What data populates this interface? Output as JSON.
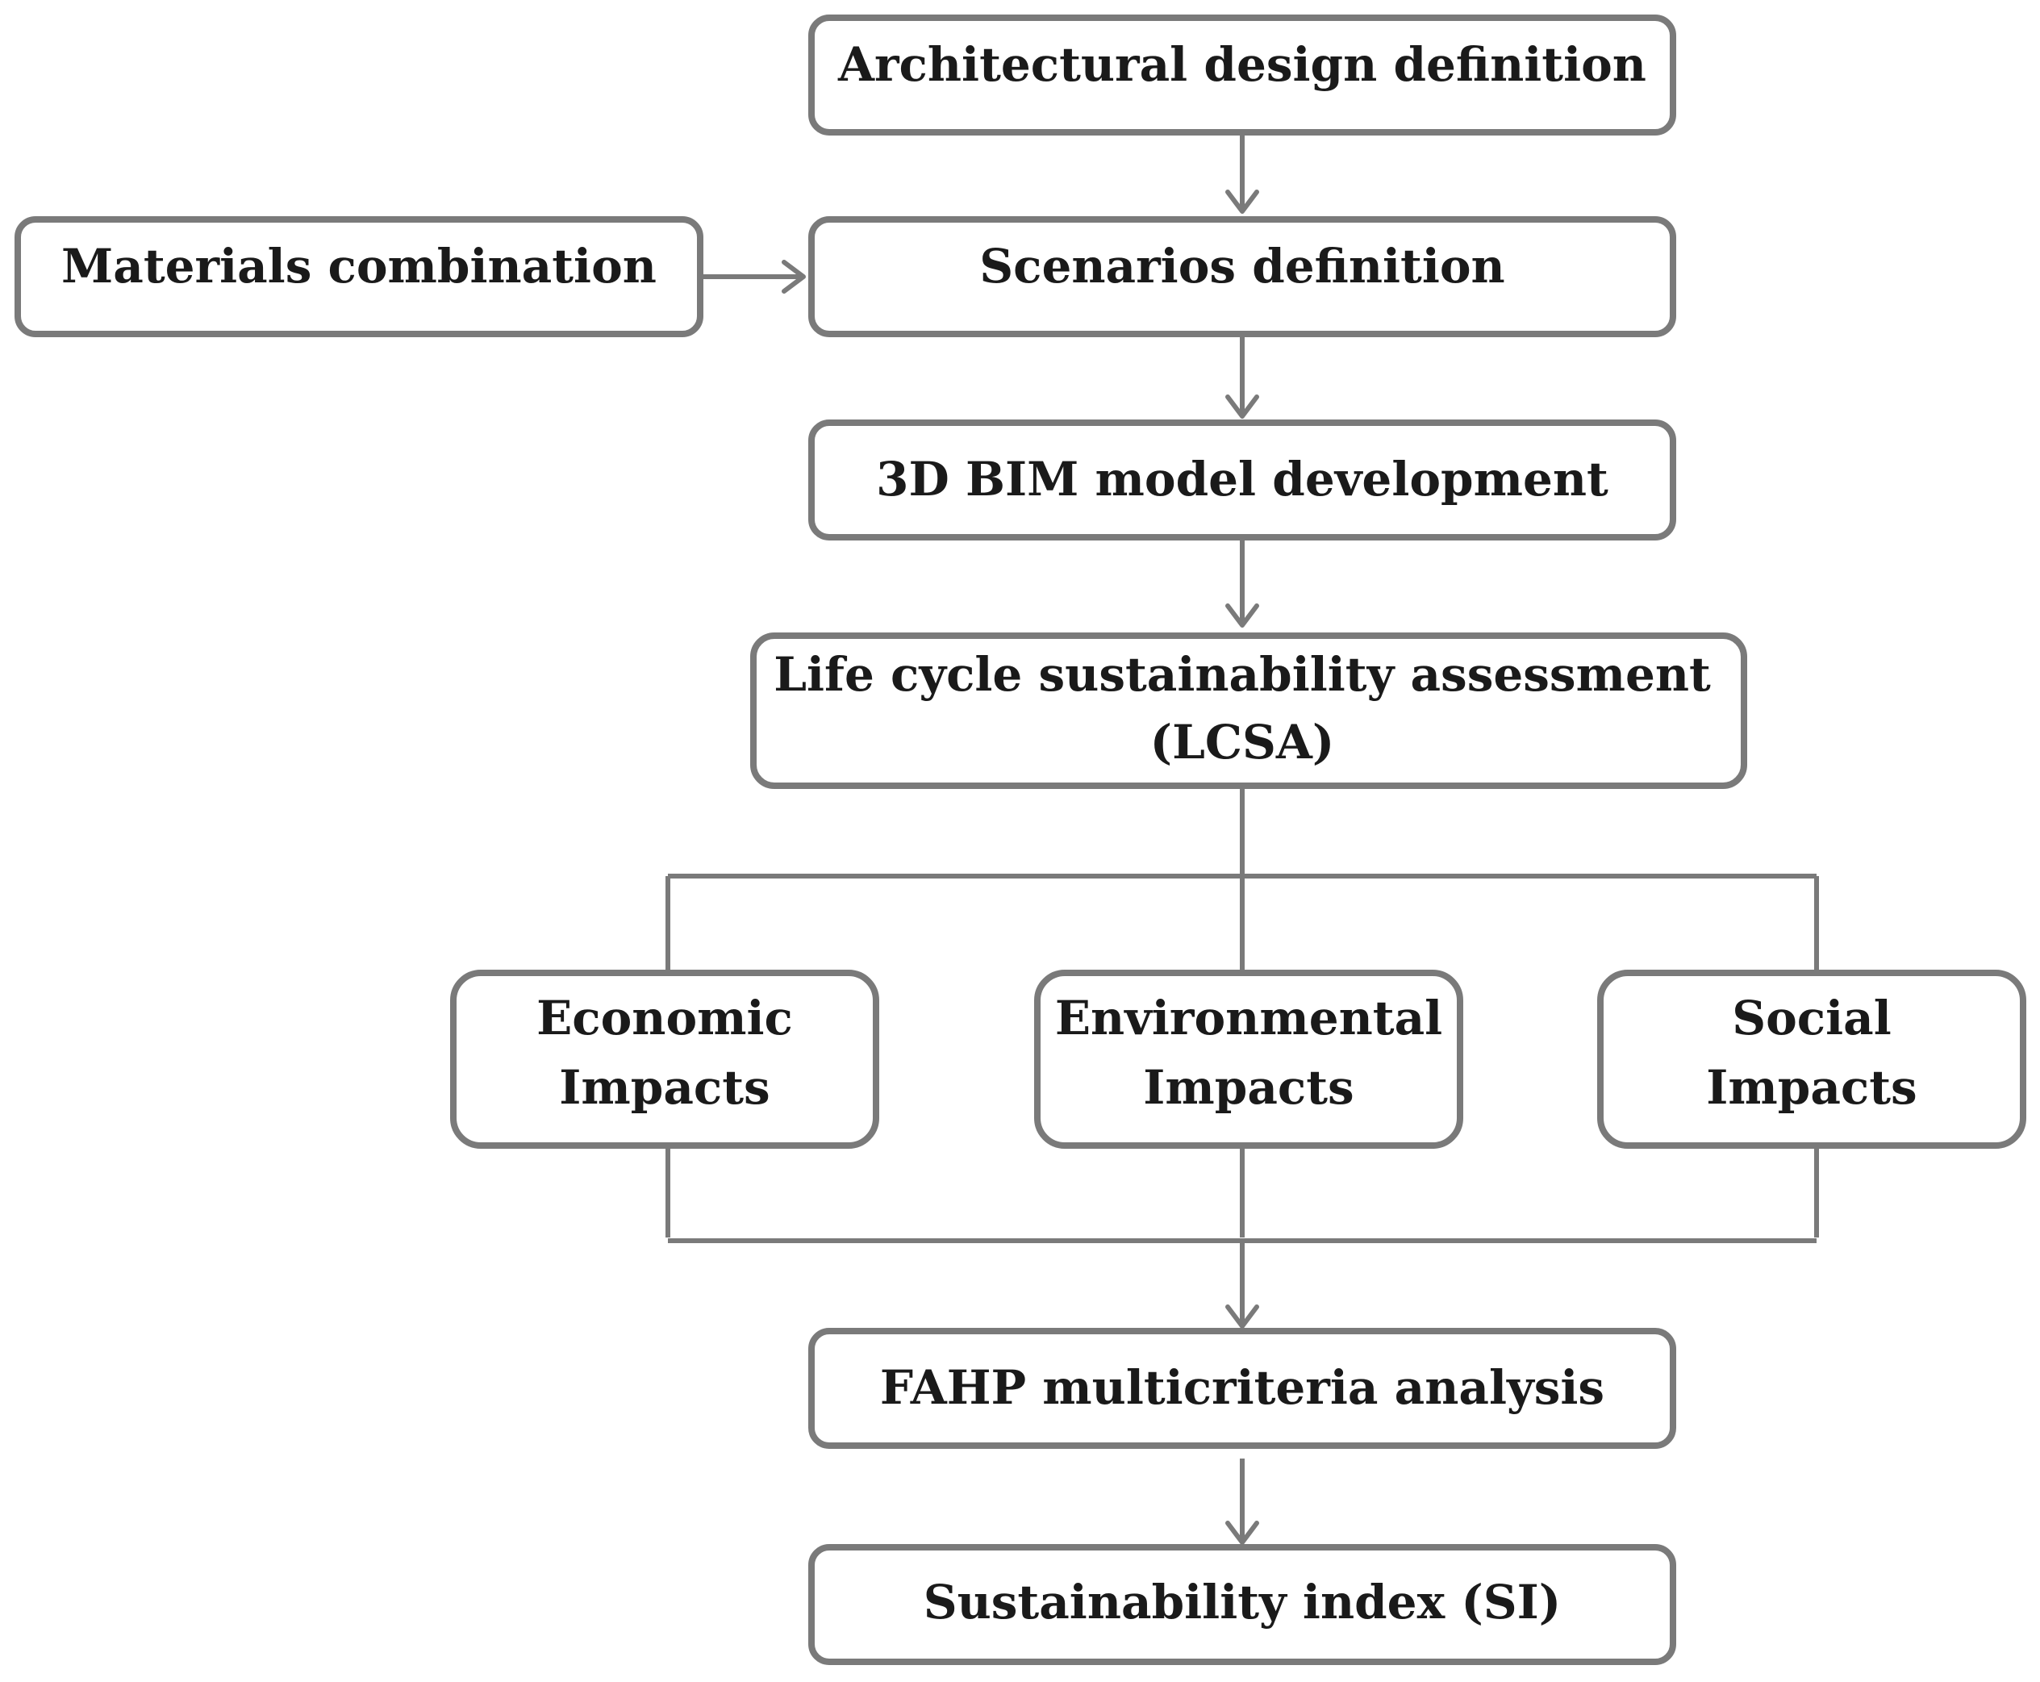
{
  "diagram": {
    "nodes": {
      "architectural_design": "Architectural design definition",
      "materials_combination": "Materials combination",
      "scenarios_definition": "Scenarios definition",
      "bim_model": "3D BIM model development",
      "lcsa_line1": "Life cycle sustainability assessment",
      "lcsa_line2": "(LCSA)",
      "economic_line1": "Economic",
      "economic_line2": "Impacts",
      "environmental_line1": "Environmental",
      "environmental_line2": "Impacts",
      "social_line1": "Social",
      "social_line2": "Impacts",
      "fahp": "FAHP multicriteria analysis",
      "si": "Sustainability index (SI)"
    },
    "edges": [
      {
        "from": "architectural_design",
        "to": "scenarios_definition"
      },
      {
        "from": "materials_combination",
        "to": "scenarios_definition"
      },
      {
        "from": "scenarios_definition",
        "to": "bim_model"
      },
      {
        "from": "bim_model",
        "to": "lcsa"
      },
      {
        "from": "lcsa",
        "to": "economic_impacts"
      },
      {
        "from": "lcsa",
        "to": "environmental_impacts"
      },
      {
        "from": "lcsa",
        "to": "social_impacts"
      },
      {
        "from": "economic_impacts",
        "to": "fahp"
      },
      {
        "from": "environmental_impacts",
        "to": "fahp"
      },
      {
        "from": "social_impacts",
        "to": "fahp"
      },
      {
        "from": "fahp",
        "to": "si"
      }
    ]
  }
}
